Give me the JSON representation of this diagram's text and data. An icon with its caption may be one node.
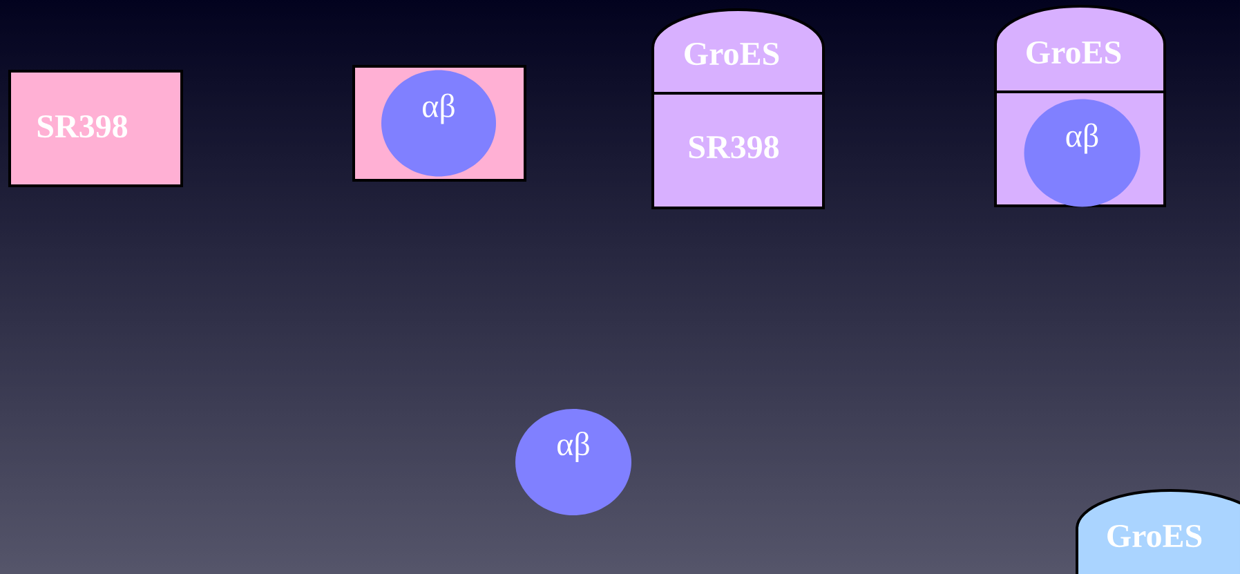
{
  "diagram": {
    "nodes": [
      {
        "text": [
          "SR398"
        ]
      },
      {
        "text": [],
        "shape": "box"
      },
      {
        "text": [
          "αβ"
        ],
        "in": 1
      },
      {
        "text": [
          "GroES"
        ]
      },
      {
        "text": [
          "SR398"
        ]
      },
      {
        "text": [
          "GroES"
        ]
      },
      {
        "text": [],
        "shape": "box"
      },
      {
        "text": [
          "αβ"
        ],
        "in": 6
      },
      {
        "text": [
          "αβ"
        ]
      },
      {
        "text": [
          "GroES"
        ]
      }
    ]
  }
}
